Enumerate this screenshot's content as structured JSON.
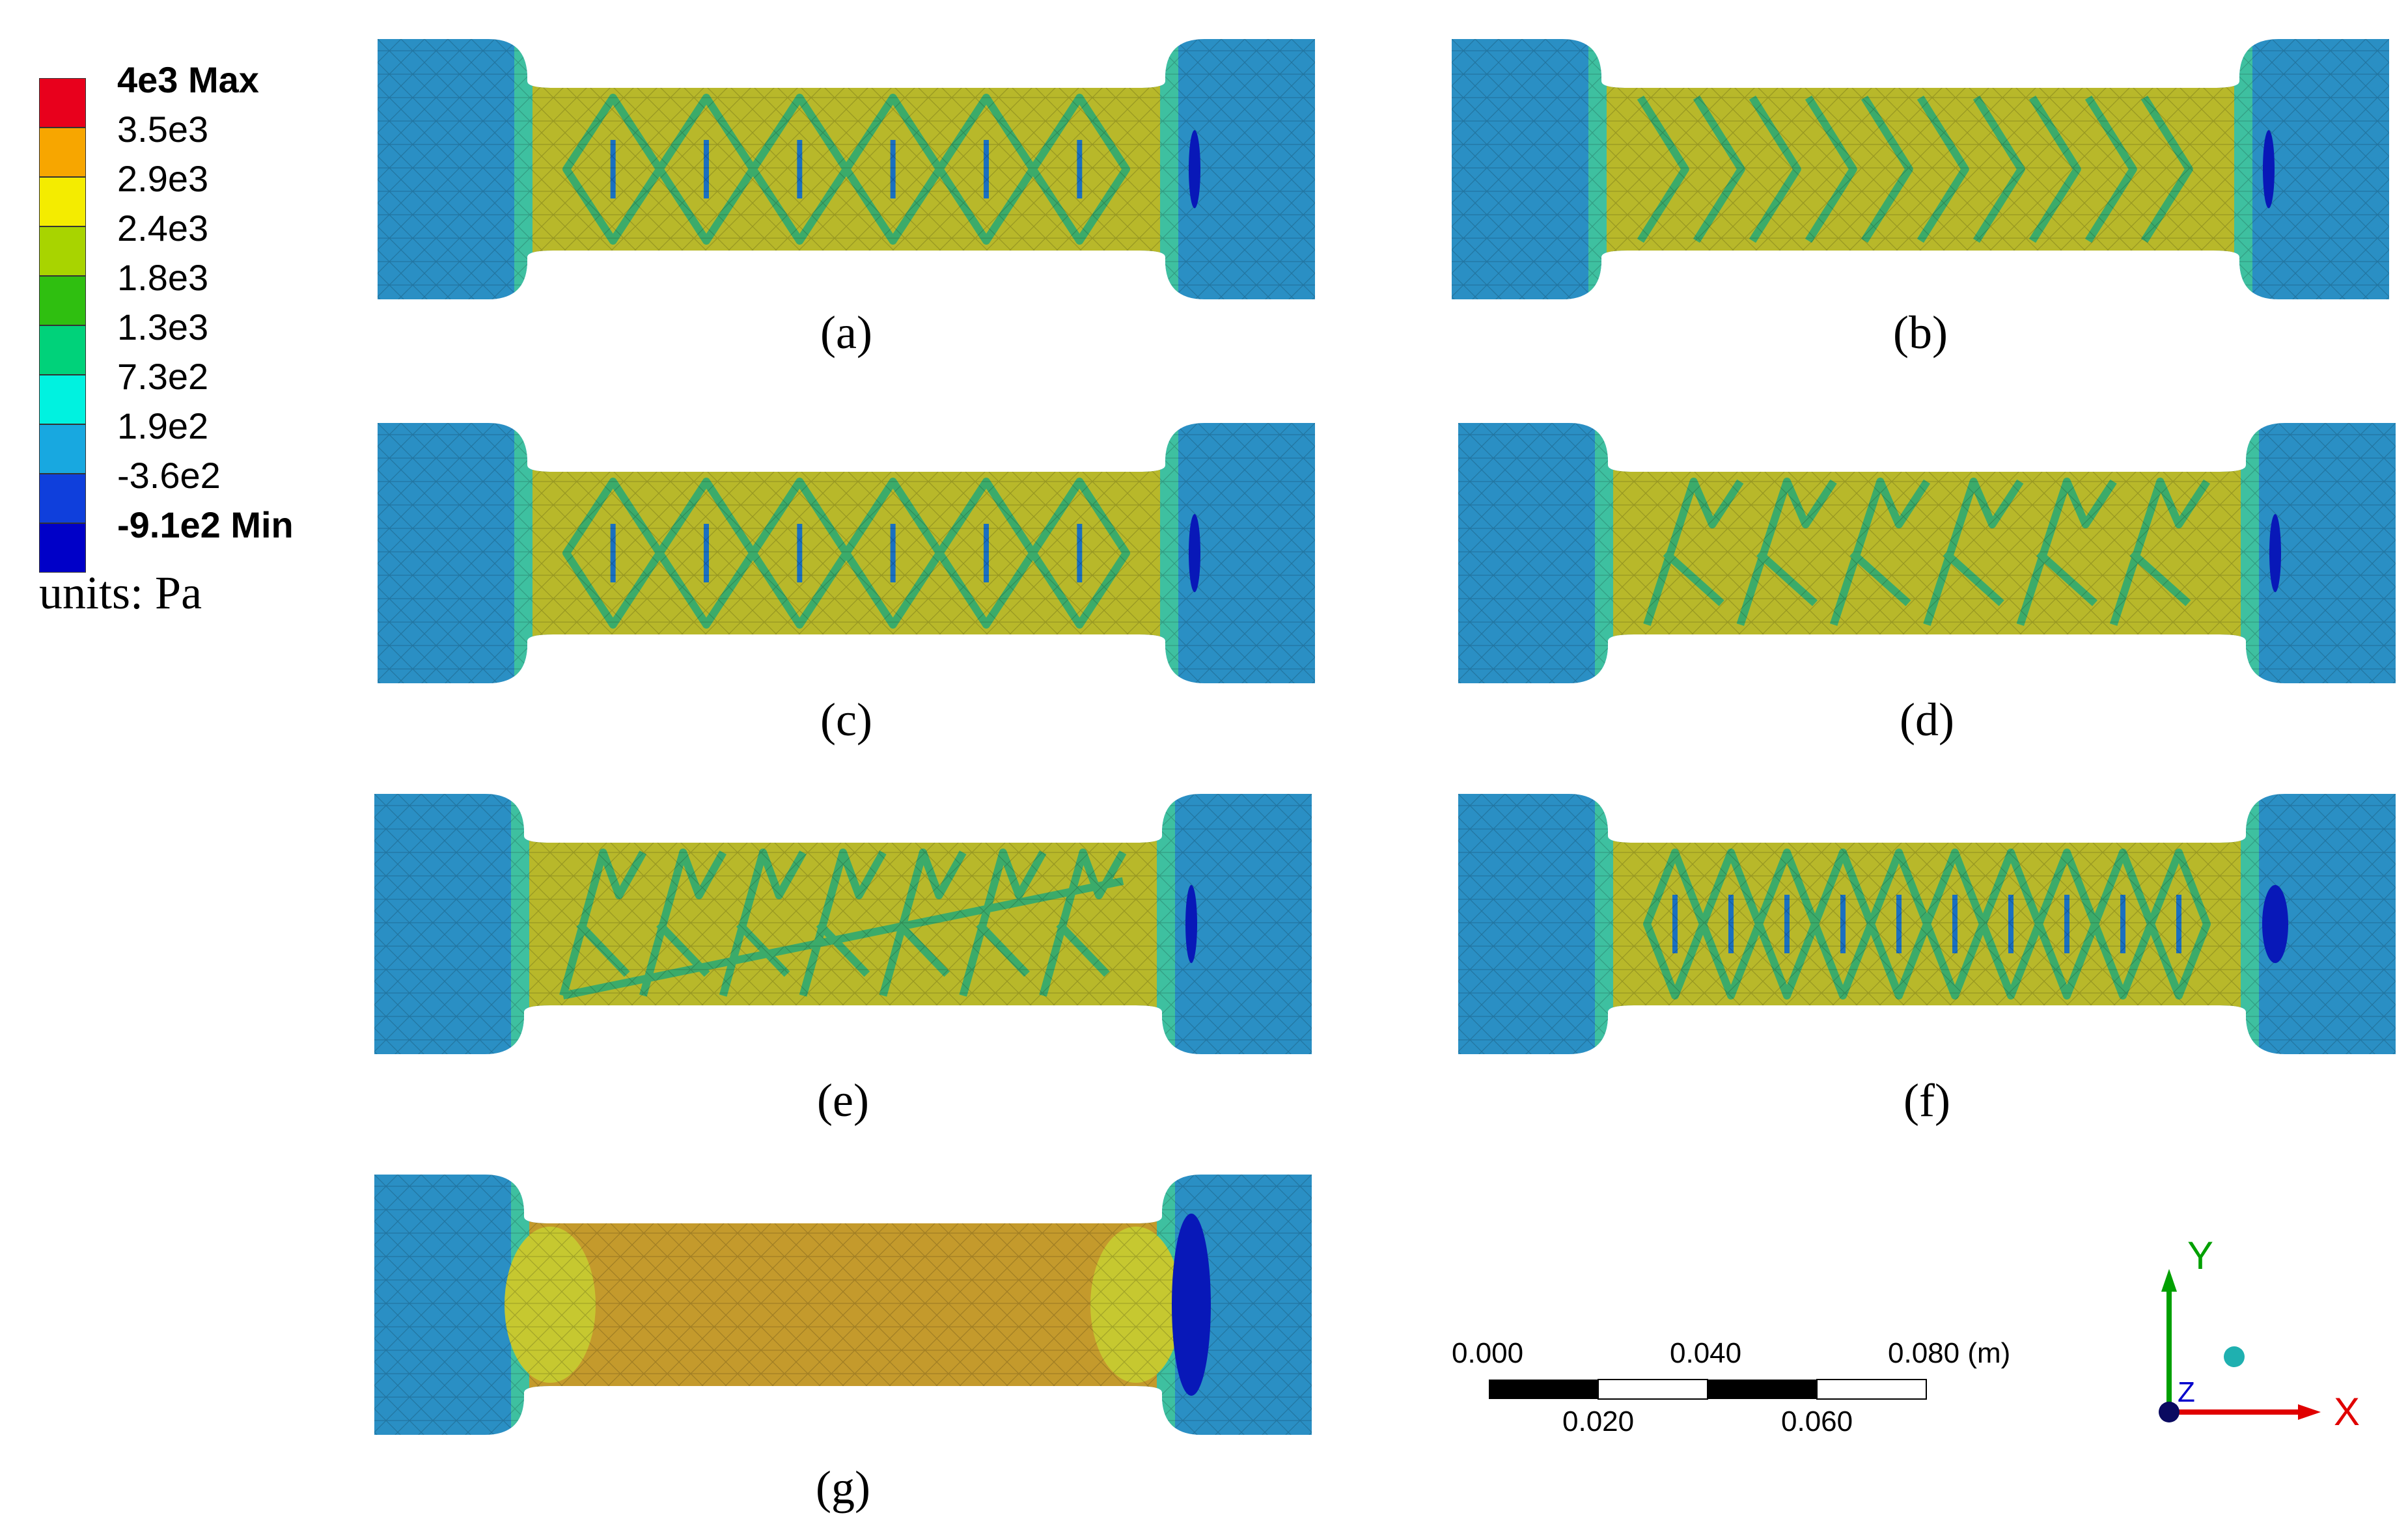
{
  "legend": {
    "labels": [
      "4e3 Max",
      "3.5e3",
      "2.9e3",
      "2.4e3",
      "1.8e3",
      "1.3e3",
      "7.3e2",
      "1.9e2",
      "-3.6e2",
      "-9.1e2 Min"
    ],
    "colors": [
      "#e8001c",
      "#f7a600",
      "#f4ec00",
      "#a8d400",
      "#2fbf10",
      "#00d27a",
      "#00f2e0",
      "#18a8e0",
      "#0f3fdc",
      "#0000c8"
    ],
    "units": "units: Pa"
  },
  "panels": [
    {
      "label": "(a)",
      "pattern": "diamond-lattice"
    },
    {
      "label": "(b)",
      "pattern": "chevron"
    },
    {
      "label": "(c)",
      "pattern": "re-entrant-diamond"
    },
    {
      "label": "(d)",
      "pattern": "cross-zigzag"
    },
    {
      "label": "(e)",
      "pattern": "skewed-zigzag"
    },
    {
      "label": "(f)",
      "pattern": "diamond-lattice-fine"
    },
    {
      "label": "(g)",
      "pattern": "solid"
    }
  ],
  "scale_bar": {
    "top_labels": [
      "0.000",
      "0.040",
      "0.080 (m)"
    ],
    "bottom_labels": [
      "0.020",
      "0.060"
    ]
  },
  "triad": {
    "x": "X",
    "y": "Y",
    "z": "Z"
  },
  "colors": {
    "grip": "#2a8fc4",
    "gauge": "#b8b82a",
    "gauge_orange": "#c49a2c",
    "strut": "#3bab6a",
    "min_blob": "#0818b8",
    "axis_x": "#e00000",
    "axis_y": "#00a000",
    "axis_z": "#0000cc"
  }
}
